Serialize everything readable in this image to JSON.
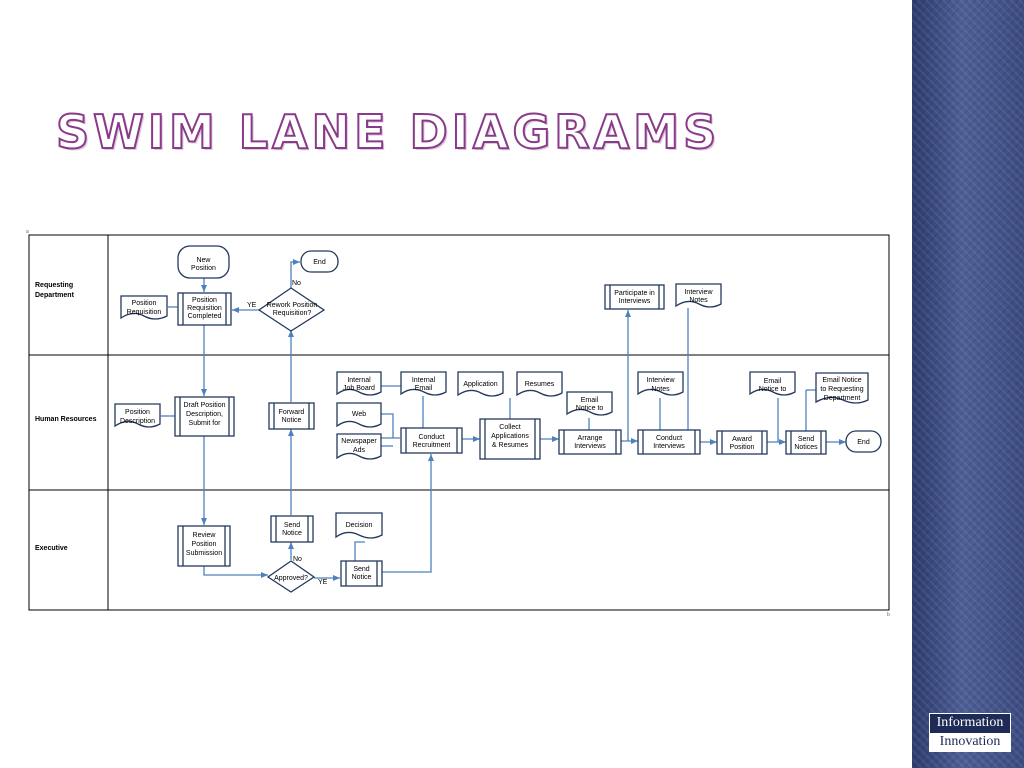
{
  "slide": {
    "title": "Swim Lane Diagrams"
  },
  "logo": {
    "line1": "Information",
    "line2": "Innovation"
  },
  "lanes": [
    {
      "id": "requesting",
      "label": "Requesting Department"
    },
    {
      "id": "hr",
      "label": "Human Resources"
    },
    {
      "id": "exec",
      "label": "Executive"
    }
  ],
  "nodes": {
    "new_position": [
      "New",
      "Position"
    ],
    "end_top": [
      "End"
    ],
    "position_requisition_doc": [
      "Position",
      "Requisition"
    ],
    "position_requisition_completed": [
      "Position",
      "Requisition",
      "Completed"
    ],
    "rework_decision": [
      "Rework Position",
      "Requisition?"
    ],
    "participate_interviews": [
      "Participate in",
      "Interviews"
    ],
    "interview_notes_top": [
      "Interview",
      "Notes"
    ],
    "position_description_doc": [
      "Position",
      "Description"
    ],
    "draft_position": [
      "Draft Position",
      "Description,",
      "Submit for"
    ],
    "forward_notice": [
      "Forward",
      "Notice"
    ],
    "internal_job_board": [
      "Internal",
      "Job Board"
    ],
    "web": [
      "Web"
    ],
    "newspaper_ads": [
      "Newspaper",
      "Ads"
    ],
    "internal_email": [
      "Internal",
      "Email"
    ],
    "conduct_recruitment": [
      "Conduct",
      "Recruitment"
    ],
    "application": [
      "Application"
    ],
    "resumes": [
      "Resumes"
    ],
    "collect_applications": [
      "Collect",
      "Applications",
      "& Resumes"
    ],
    "email_notice": [
      "Email",
      "Notice to"
    ],
    "arrange_interviews": [
      "Arrange",
      "Interviews"
    ],
    "interview_notes_hr": [
      "Interview",
      "Notes"
    ],
    "conduct_interviews": [
      "Conduct",
      "Interviews"
    ],
    "email_notice_2": [
      "Email",
      "Notice to"
    ],
    "email_notice_requesting": [
      "Email Notice",
      "to Requesting",
      "Department"
    ],
    "award_position": [
      "Award",
      "Position"
    ],
    "send_notices": [
      "Send",
      "Notices"
    ],
    "end_hr": [
      "End"
    ],
    "review_position": [
      "Review",
      "Position",
      "Submission"
    ],
    "send_notice_exec": [
      "Send",
      "Notice"
    ],
    "decision": [
      "Decision"
    ],
    "approved_decision": [
      "Approved?"
    ],
    "send_notice_exec2": [
      "Send",
      "Notice"
    ]
  },
  "edge_labels": {
    "no_top": "No",
    "yes_top": "YE",
    "no_bottom": "No",
    "yes_bottom": "YE"
  }
}
